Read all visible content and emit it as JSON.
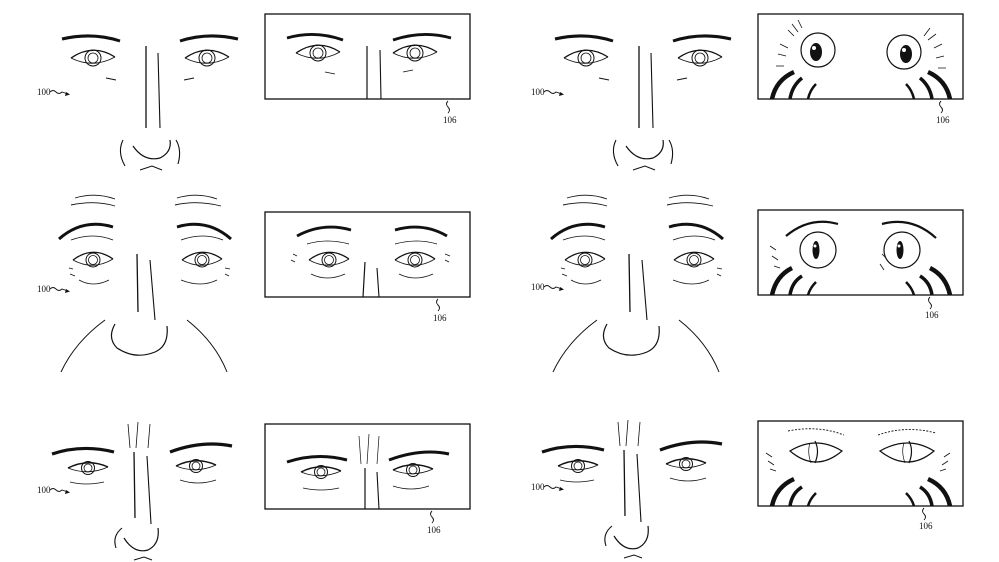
{
  "ref_face": "100",
  "ref_display": "106",
  "colors": {
    "ink": "#111111",
    "paper": "#ffffff"
  },
  "panels": [
    {
      "face": "neutral-face",
      "display": "human-eyes-display"
    },
    {
      "face": "neutral-face",
      "display": "owl-eyes-display"
    },
    {
      "face": "surprised-face",
      "display": "human-eyes-display"
    },
    {
      "face": "surprised-face",
      "display": "owl-eyes-display"
    },
    {
      "face": "angry-face",
      "display": "human-eyes-display"
    },
    {
      "face": "angry-face",
      "display": "reptile-eyes-display"
    }
  ]
}
